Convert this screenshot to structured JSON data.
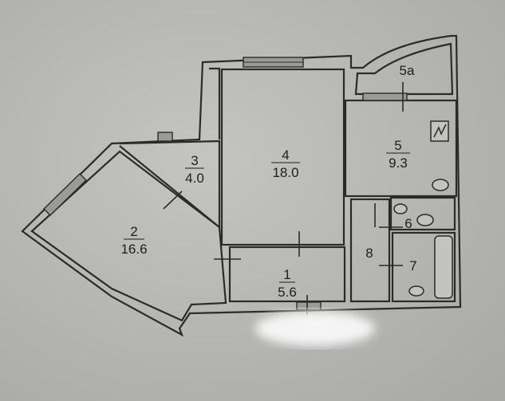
{
  "rooms": [
    {
      "number": "1",
      "area": "5.6"
    },
    {
      "number": "2",
      "area": "16.6"
    },
    {
      "number": "3",
      "area": "4.0"
    },
    {
      "number": "4",
      "area": "18.0"
    },
    {
      "number": "5",
      "area": "9.3"
    },
    {
      "number": "5a"
    },
    {
      "number": "6"
    },
    {
      "number": "7"
    },
    {
      "number": "8"
    }
  ]
}
